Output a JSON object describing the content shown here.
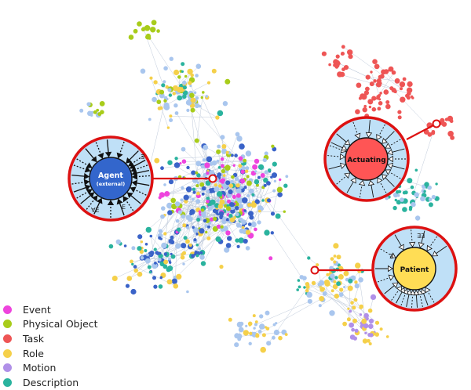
{
  "colors": {
    "event": "#ee44dd",
    "physical_object": "#a8cc1a",
    "task": "#ee5555",
    "role": "#f5d04a",
    "motion": "#b090e8",
    "description": "#2ab39e",
    "concept_light": "#a9c6ee",
    "concept_dark": "#3a63c8",
    "zoom_fill": "#bfe0f7",
    "zoom_ring": "#dd1111",
    "edge": "#b8c4d6"
  },
  "legend": [
    {
      "label": "Event",
      "color": "#ee44dd"
    },
    {
      "label": "Physical Object",
      "color": "#a8cc1a"
    },
    {
      "label": "Task",
      "color": "#ee5555"
    },
    {
      "label": "Role",
      "color": "#f5d04a"
    },
    {
      "label": "Motion",
      "color": "#b090e8"
    },
    {
      "label": "Description",
      "color": "#2ab39e"
    }
  ],
  "callouts": {
    "agent": {
      "title": "Agent",
      "subtitle": "(external)",
      "fill": "#3366cc"
    },
    "actuating": {
      "title": "Actuating",
      "fill": "#ff5555"
    },
    "patient": {
      "title": "Patient",
      "fill": "#ffdd55"
    }
  },
  "edge_glyphs": {
    "forall_a": "∀",
    "forall_e": "∀E",
    "exists": "∃",
    "exists_e": "E",
    "exists_double": "∃∃"
  }
}
